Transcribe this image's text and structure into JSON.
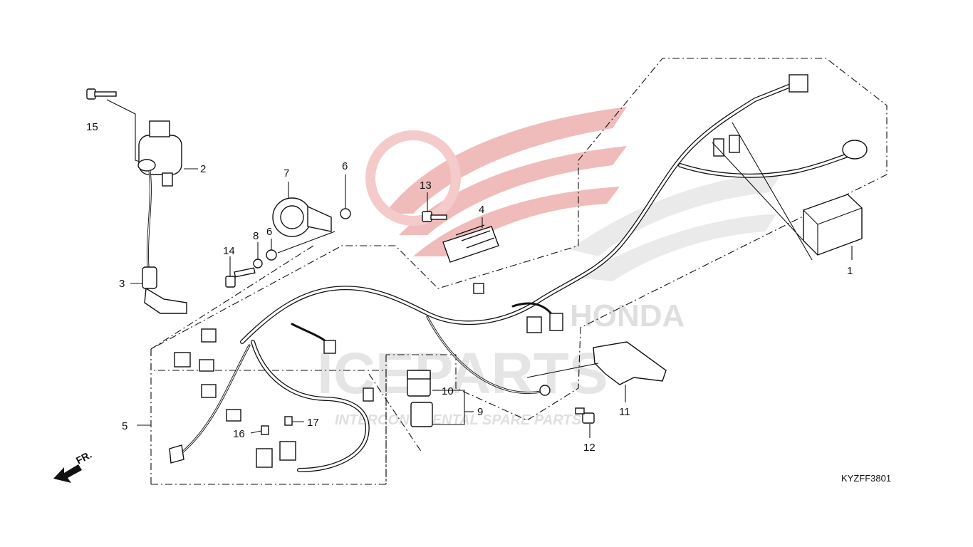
{
  "watermark": {
    "brand": "HONDA",
    "store": "ICEPARTS",
    "tagline": "INTERCONTINENTAL SPARE PARTS",
    "colors": {
      "wing": "#e8a0a0",
      "text": "#d9d9d9",
      "dots": "#cfcfcf"
    }
  },
  "diagram_code": "KYZFF3801",
  "front_indicator": "FR.",
  "callouts": [
    {
      "id": "1",
      "label": "1"
    },
    {
      "id": "2",
      "label": "2"
    },
    {
      "id": "3",
      "label": "3"
    },
    {
      "id": "4",
      "label": "4"
    },
    {
      "id": "5",
      "label": "5"
    },
    {
      "id": "6a",
      "label": "6"
    },
    {
      "id": "6b",
      "label": "6"
    },
    {
      "id": "7",
      "label": "7"
    },
    {
      "id": "8",
      "label": "8"
    },
    {
      "id": "9",
      "label": "9"
    },
    {
      "id": "10",
      "label": "10"
    },
    {
      "id": "11",
      "label": "11"
    },
    {
      "id": "12",
      "label": "12"
    },
    {
      "id": "13",
      "label": "13"
    },
    {
      "id": "14",
      "label": "14"
    },
    {
      "id": "15",
      "label": "15"
    },
    {
      "id": "16",
      "label": "16"
    },
    {
      "id": "17",
      "label": "17"
    }
  ]
}
